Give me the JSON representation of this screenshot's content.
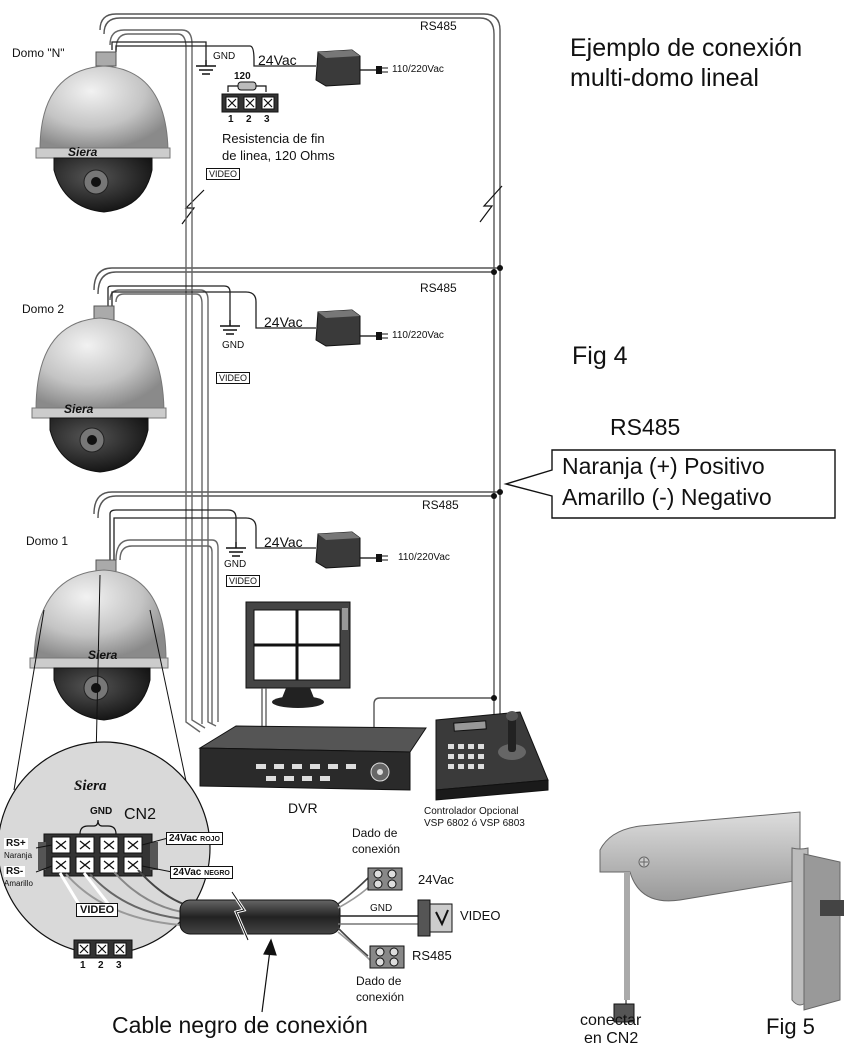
{
  "heading": {
    "line1": "Ejemplo de conexión",
    "line2": "multi-domo lineal"
  },
  "fig4": "Fig 4",
  "fig5": "Fig 5",
  "brand": "Siera",
  "domes": [
    {
      "name": "Domo \"N\"",
      "gnd": "GND",
      "ac24": "24Vac",
      "rs485": "RS485",
      "mains": "110/220Vac"
    },
    {
      "name": "Domo 2",
      "gnd": "GND",
      "ac24": "24Vac",
      "rs485": "RS485",
      "mains": "110/220Vac",
      "video": "VIDEO"
    },
    {
      "name": "Domo 1",
      "gnd": "GND",
      "ac24": "24Vac",
      "rs485": "RS485",
      "mains": "110/220Vac",
      "video": "VIDEO"
    }
  ],
  "video_n": "VIDEO",
  "terminator": {
    "ohms": "120",
    "pins": [
      "1",
      "2",
      "3"
    ],
    "caption1": "Resistencia de fin",
    "caption2": "de linea, 120 Ohms"
  },
  "rs485_callout": {
    "title": "RS485",
    "line1": "Naranja (+) Positivo",
    "line2": "Amarillo (-) Negativo"
  },
  "dvr": "DVR",
  "controller": {
    "line1": "Controlador Opcional",
    "line2": "VSP 6802 ó VSP 6803"
  },
  "connector": {
    "gnd": "GND",
    "cn2": "CN2",
    "rs_plus": "RS+",
    "rs_plus_color": "Naranja",
    "rs_minus": "RS-",
    "rs_minus_color": "Amarillo",
    "ac_red": "24Vac",
    "red": "ROJO",
    "ac_black": "24Vac",
    "black": "NEGRO",
    "video": "VIDEO",
    "pins": [
      "1",
      "2",
      "3"
    ]
  },
  "cable": {
    "dado_top1": "Dado de",
    "dado_top2": "conexión",
    "ac24": "24Vac",
    "gnd": "GND",
    "video": "VIDEO",
    "rs485": "RS485",
    "dado_bot1": "Dado de",
    "dado_bot2": "conexión",
    "caption": "Cable negro de conexión"
  },
  "bracket": {
    "line1": "conectar",
    "line2": "en CN2"
  }
}
